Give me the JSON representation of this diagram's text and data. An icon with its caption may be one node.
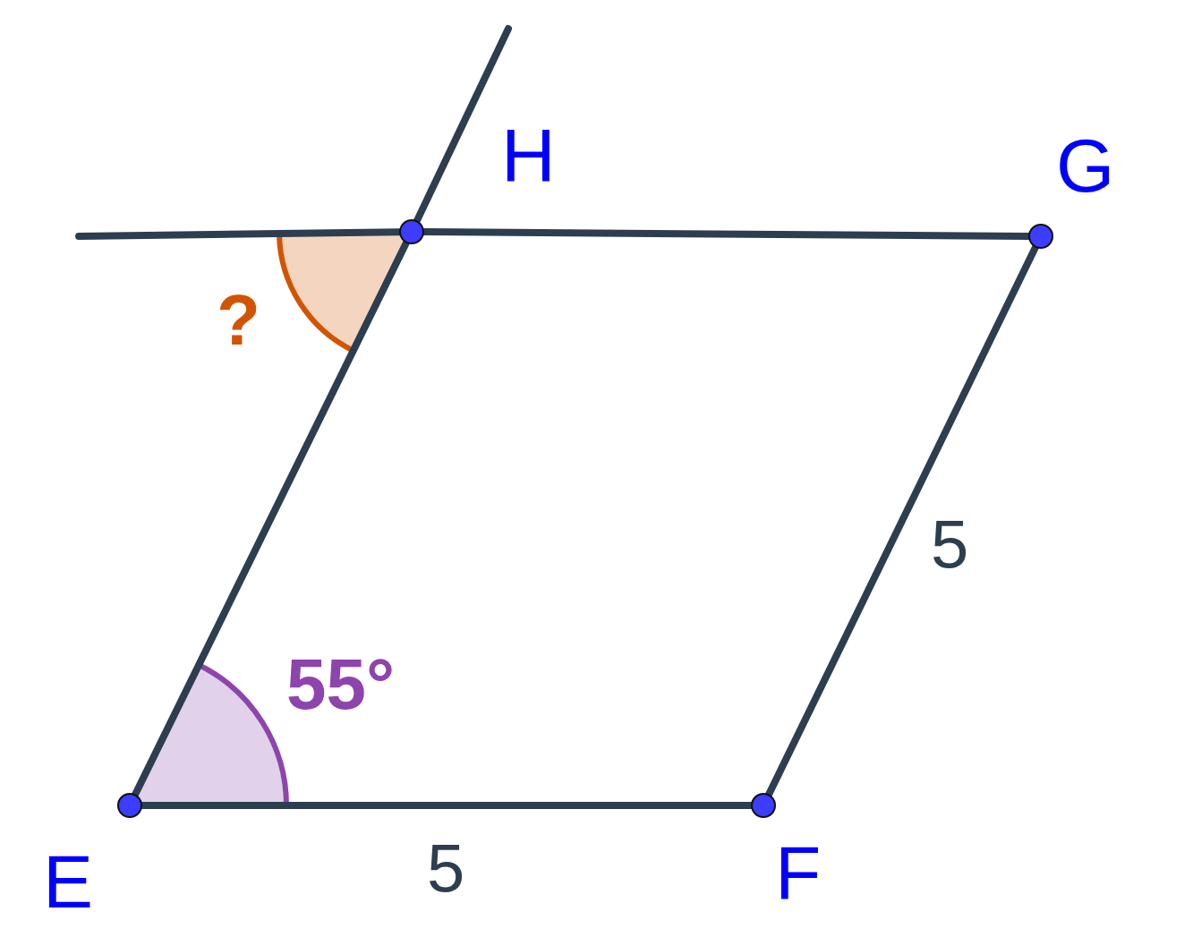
{
  "diagram": {
    "nodes": [
      {
        "text": [
          "H"
        ]
      },
      {
        "text": [
          "G"
        ]
      },
      {
        "text": [
          "E"
        ]
      },
      {
        "text": [
          "F"
        ]
      }
    ],
    "edges": [
      {
        "from": 2,
        "to": 3,
        "arrow": "none",
        "label": "5"
      },
      {
        "from": 3,
        "to": 1,
        "arrow": "none",
        "label": "5"
      },
      {
        "from": 1,
        "to": 0,
        "arrow": "none"
      },
      {
        "from": 0,
        "to": 2,
        "arrow": "none"
      },
      {
        "from": 0,
        "to": null,
        "arrow": "none"
      },
      {
        "from": 0,
        "to": null,
        "arrow": "none"
      }
    ],
    "labels": [
      "?",
      "55°"
    ]
  }
}
